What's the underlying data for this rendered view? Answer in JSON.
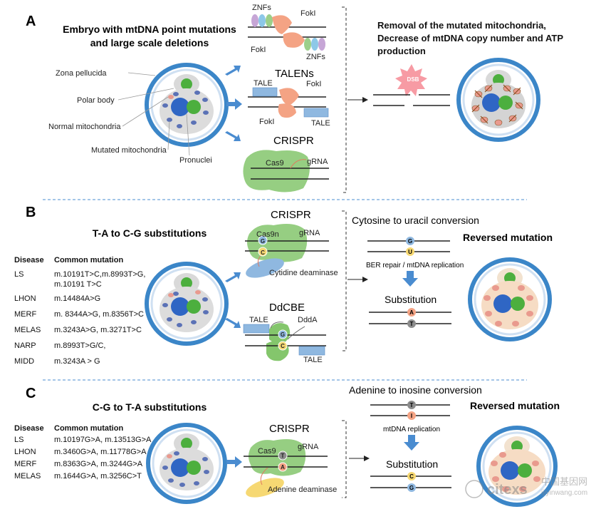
{
  "panel_a": {
    "letter": "A",
    "title_line1": "Embryo with mtDNA point mutations",
    "title_line2": "and large scale deletions",
    "labels": {
      "zona": "Zona pellucida",
      "polar": "Polar body",
      "normal_mito": "Normal mitochondria",
      "mutated_mito": "Mutated mitochondria",
      "pronuclei": "Pronuclei"
    },
    "tools": {
      "znfs": "ZNFs",
      "znfs2": "ZNFs",
      "foki_1": "FokI",
      "foki_2": "FokI",
      "talens": "TALENs",
      "tale_1": "TALE",
      "tale_2": "TALE",
      "foki_3": "FokI",
      "foki_4": "FokI",
      "crispr": "CRISPR",
      "cas9": "Cas9",
      "grna": "gRNA"
    },
    "result_line1": "Removal of the mutated mitochondria,",
    "result_line2": "Decrease of mtDNA copy number and ATP",
    "result_line3": "production",
    "dsb": "DSB"
  },
  "panel_b": {
    "letter": "B",
    "title": "T-A to C-G substitutions",
    "table_header": {
      "disease": "Disease",
      "mutation": "Common mutation"
    },
    "rows": [
      {
        "disease": "LS",
        "mutation": "m.10191T>C,m.8993T>G,",
        "mutation2": "m.10191 T>C"
      },
      {
        "disease": "LHON",
        "mutation": "m.14484A>G"
      },
      {
        "disease": "MERF",
        "mutation": "m. 8344A>G, m.8356T>C"
      },
      {
        "disease": "MELAS",
        "mutation": "m.3243A>G, m.3271T>C"
      },
      {
        "disease": "NARP",
        "mutation": "m.8993T>G/C,"
      },
      {
        "disease": "MIDD",
        "mutation": "m.3243A > G"
      }
    ],
    "crispr": "CRISPR",
    "cas9n": "Cas9n",
    "grna": "gRNA",
    "cytidine": "Cytidine deaminase",
    "ddcbe": "DdCBE",
    "tale_1": "TALE",
    "tale_2": "TALE",
    "ddda": "DddA",
    "conversion": "Cytosine to uracil conversion",
    "reversed": "Reversed mutation",
    "repair": "BER repair / mtDNA replication",
    "substitution": "Substitution",
    "bases": {
      "g": "G",
      "c": "C",
      "u": "U",
      "a": "A",
      "t": "T",
      "g2": "G",
      "c2": "C"
    }
  },
  "panel_c": {
    "letter": "C",
    "title": "C-G to T-A substitutions",
    "table_header": {
      "disease": "Disease",
      "mutation": "Common mutation"
    },
    "rows": [
      {
        "disease": "LS",
        "mutation": "m.10197G>A, m.13513G>A"
      },
      {
        "disease": "LHON",
        "mutation": "m.3460G>A, m.11778G>A"
      },
      {
        "disease": "MERF",
        "mutation": "m.8363G>A, m.3244G>A"
      },
      {
        "disease": "MELAS",
        "mutation": "m.1644G>A, m.3256C>T"
      }
    ],
    "crispr": "CRISPR",
    "cas9": "Cas9",
    "grna": "gRNA",
    "adenine": "Adenine deaminase",
    "conversion": "Adenine to inosine conversion",
    "reversed": "Reversed mutation",
    "replication": "mtDNA replication",
    "substitution": "Substitution",
    "bases": {
      "t": "T",
      "a": "A",
      "t2": "T",
      "i": "I",
      "c": "C",
      "g": "G"
    }
  },
  "watermark": {
    "brand": "citexs",
    "site": "中国基因网",
    "url": "ijiyinwang.com"
  },
  "colors": {
    "zona_blue": "#3b86c8",
    "cytoplasm": "#dcdcdc",
    "rescued_cytoplasm": "#f6dcc4",
    "pronucleus_blue": "#2f66c4",
    "pronucleus_green": "#4caf3e",
    "normal_mito": "#5b72b6",
    "mutated_mito": "#e99a8e",
    "crispr_green": "#84c66c",
    "nuclease_salmon": "#f4a384",
    "arrow_blue": "#4a8cd0",
    "dsb_red": "#f47a86"
  }
}
